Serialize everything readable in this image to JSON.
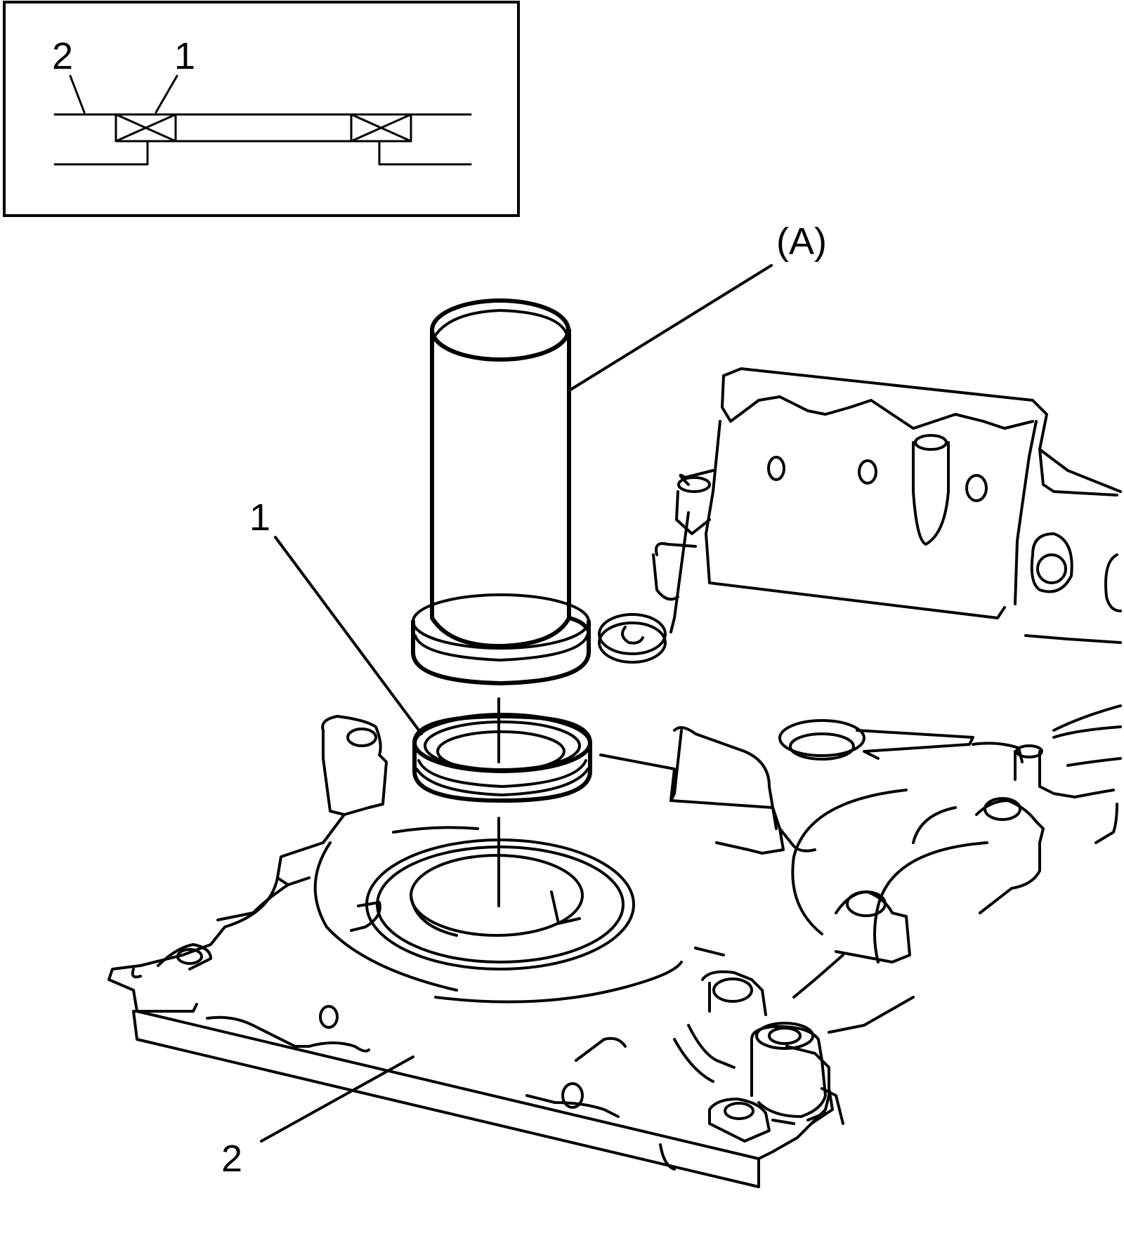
{
  "inset": {
    "label_cover": "2",
    "label_seal": "1"
  },
  "callouts": {
    "tool": "(A)",
    "oil_seal": "1",
    "cover": "2"
  }
}
